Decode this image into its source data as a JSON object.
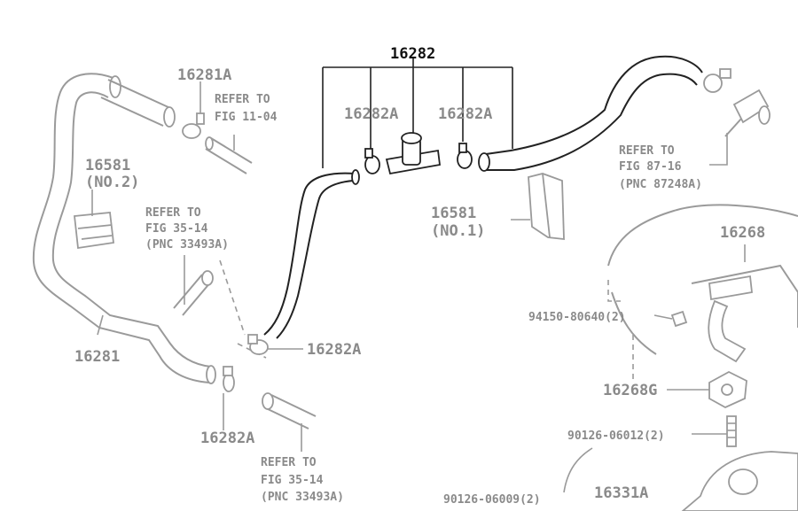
{
  "diagram": {
    "main_part": "16282",
    "parts": {
      "p16281A": "16281A",
      "p16282A_left": "16282A",
      "p16282A_right": "16282A",
      "p16282A_mid": "16282A",
      "p16282A_bottom": "16282A",
      "p16581_left": "16581",
      "p16581_left_sub": "(NO.2)",
      "p16581_right": "16581",
      "p16581_right_sub": "(NO.1)",
      "p16281": "16281",
      "p16268": "16268",
      "p94150": "94150-80640(2)",
      "p16268G": "16268G",
      "p90126_a": "90126-06012(2)",
      "p90126_b": "90126-06009(2)",
      "p16331A": "16331A"
    },
    "refs": {
      "ref_fig11_l1": "REFER TO",
      "ref_fig11_l2": "FIG 11-04",
      "ref_fig35a_l1": "REFER TO",
      "ref_fig35a_l2": "FIG 35-14",
      "ref_fig35a_l3": "(PNC 33493A)",
      "ref_fig87_l1": "REFER TO",
      "ref_fig87_l2": "FIG 87-16",
      "ref_fig87_l3": "(PNC 87248A)",
      "ref_fig35b_l1": "REFER TO",
      "ref_fig35b_l2": "FIG 35-14",
      "ref_fig35b_l3": "(PNC 33493A)"
    }
  }
}
